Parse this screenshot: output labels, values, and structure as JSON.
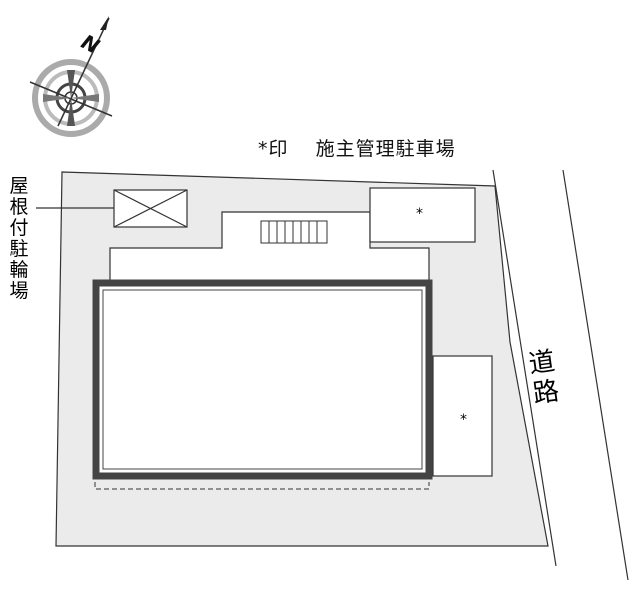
{
  "legend": {
    "symbol": "*印",
    "text": "施主管理駐車場"
  },
  "labels": {
    "rooftop_bicycle_parking": "屋根付駐輪場",
    "road": "道路",
    "parking_mark": "*",
    "compass_n": "N"
  },
  "colors": {
    "site_fill": "#ebebeb",
    "line": "#333333",
    "building_wall": "#444444"
  },
  "icons": {
    "compass": "compass-rose-icon",
    "bike_shelter": "crossed-box-icon",
    "stairs": "stairs-icon"
  }
}
